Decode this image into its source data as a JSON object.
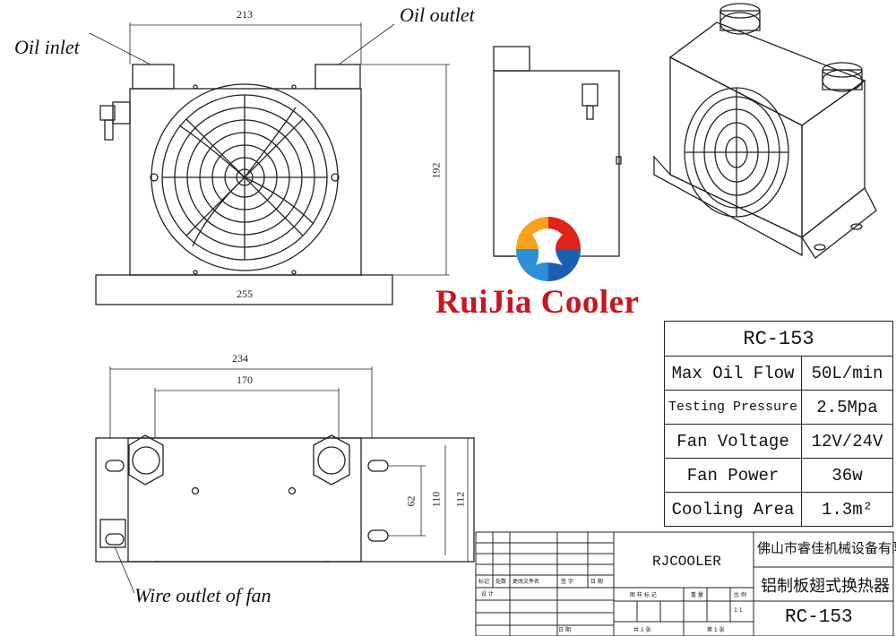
{
  "labels": {
    "oil_inlet": "Oil inlet",
    "oil_outlet": "Oil outlet",
    "wire_outlet": "Wire outlet of fan"
  },
  "brand": {
    "name": "RuiJia Cooler",
    "color": "#c8161e"
  },
  "dimensions": {
    "top_width": "213",
    "height": "192",
    "base_width": "255",
    "bottom_outer": "234",
    "port_spacing": "170",
    "slot_spacing": "62",
    "inner_depth": "110",
    "outer_depth": "112"
  },
  "spec_table": {
    "model": "RC-153",
    "rows": [
      {
        "key": "Max Oil Flow",
        "value": "50L/min"
      },
      {
        "key": "Testing Pressure",
        "value": "2.5Mpa"
      },
      {
        "key": "Fan Voltage",
        "value": "12V/24V"
      },
      {
        "key": "Fan Power",
        "value": "36w"
      },
      {
        "key": "Cooling Area",
        "value": "1.3m²"
      }
    ]
  },
  "title_block": {
    "company": "佛山市睿佳机械设备有限公司",
    "product": "铝制板翅式换热器",
    "drawing_no": "RC-153",
    "center_text": "RJCOOLER",
    "headers": [
      "标记",
      "处数",
      "更改文件名",
      "签 字",
      "日 期"
    ],
    "design": "设 计",
    "stage_mark": "图 样 标 记",
    "weight": "重 量",
    "scale": "比 例",
    "scale_value": "1:1",
    "sheet_total": "共 1 张",
    "sheet_num": "第 1 张",
    "date": "日 期"
  }
}
